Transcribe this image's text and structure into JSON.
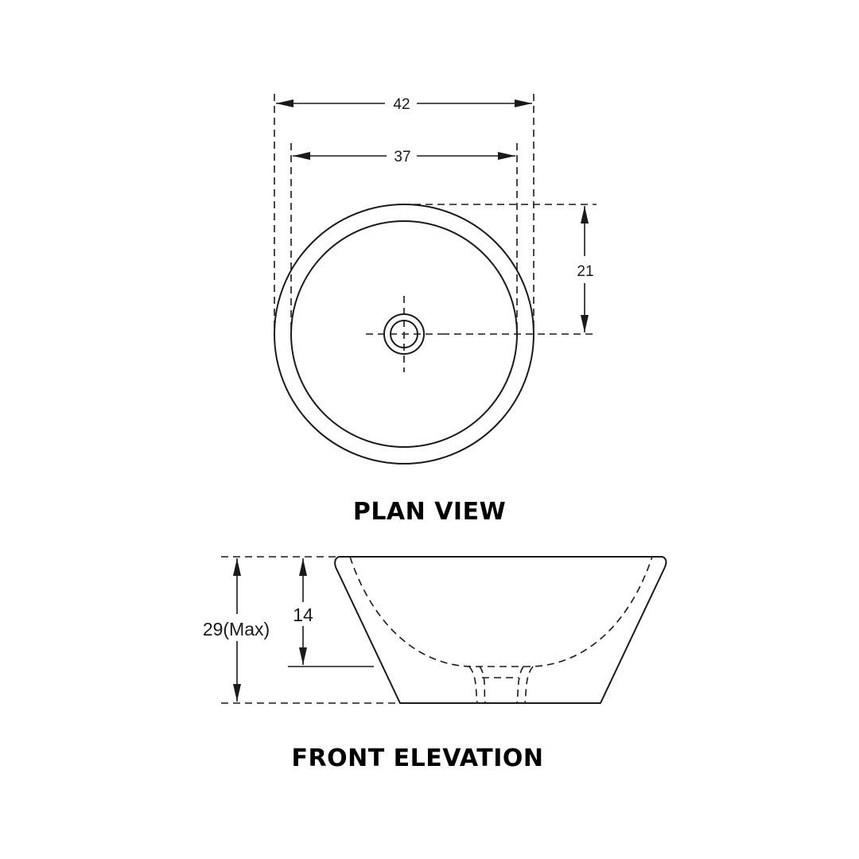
{
  "plan_view": {
    "title": "PLAN VIEW",
    "dimensions": {
      "outer_width": "42",
      "inner_width": "37",
      "center_offset": "21"
    }
  },
  "front_elevation": {
    "title": "FRONT ELEVATION",
    "dimensions": {
      "overall_height": "29(Max)",
      "bowl_depth": "14"
    }
  },
  "colors": {
    "line": "#1a1a1a",
    "background": "#ffffff"
  }
}
